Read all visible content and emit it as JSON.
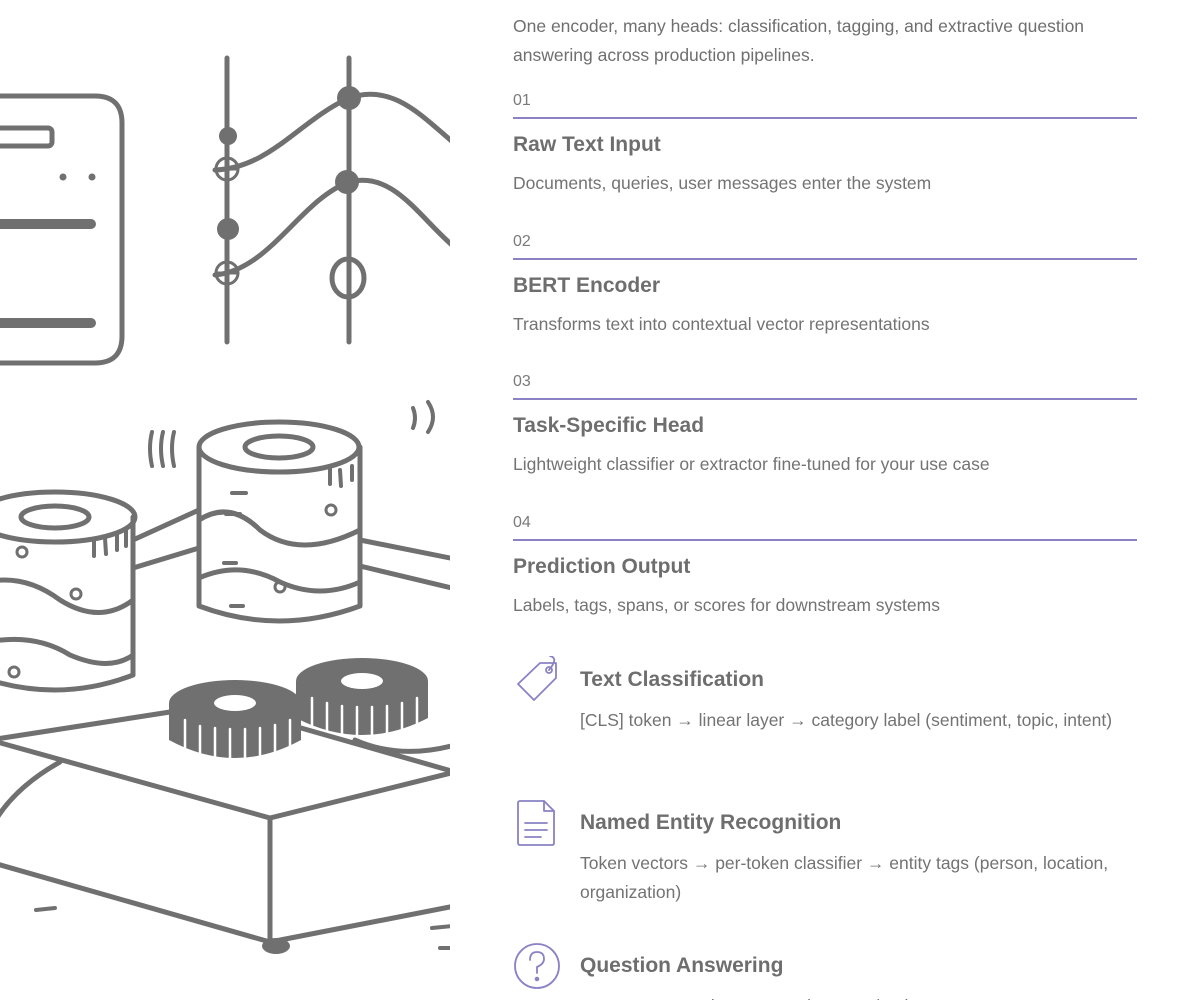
{
  "intro": "One encoder, many heads: classification, tagging, and extractive question answering across production pipelines.",
  "colors": {
    "accent": "#8a82c4",
    "text": "#737373",
    "illustration": "#707070"
  },
  "pipeline": [
    {
      "number": "01",
      "title": "Raw Text Input",
      "description": "Documents, queries, user messages enter the system"
    },
    {
      "number": "02",
      "title": "BERT Encoder",
      "description": "Transforms text into contextual vector representations"
    },
    {
      "number": "03",
      "title": "Task-Specific Head",
      "description": "Lightweight classifier or extractor fine-tuned for your use case"
    },
    {
      "number": "04",
      "title": "Prediction Output",
      "description": "Labels, tags, spans, or scores for downstream systems"
    }
  ],
  "tasks": [
    {
      "icon": "tag-icon",
      "title": "Text Classification",
      "description": "[CLS] token → linear layer → category label (sentiment, topic, intent)"
    },
    {
      "icon": "document-icon",
      "title": "Named Entity Recognition",
      "description": "Token vectors → per-token classifier → entity tags (person, location, organization)"
    },
    {
      "icon": "question-icon",
      "title": "Question Answering",
      "description": "Passage + question → per-token start/end scores → answer span"
    }
  ]
}
